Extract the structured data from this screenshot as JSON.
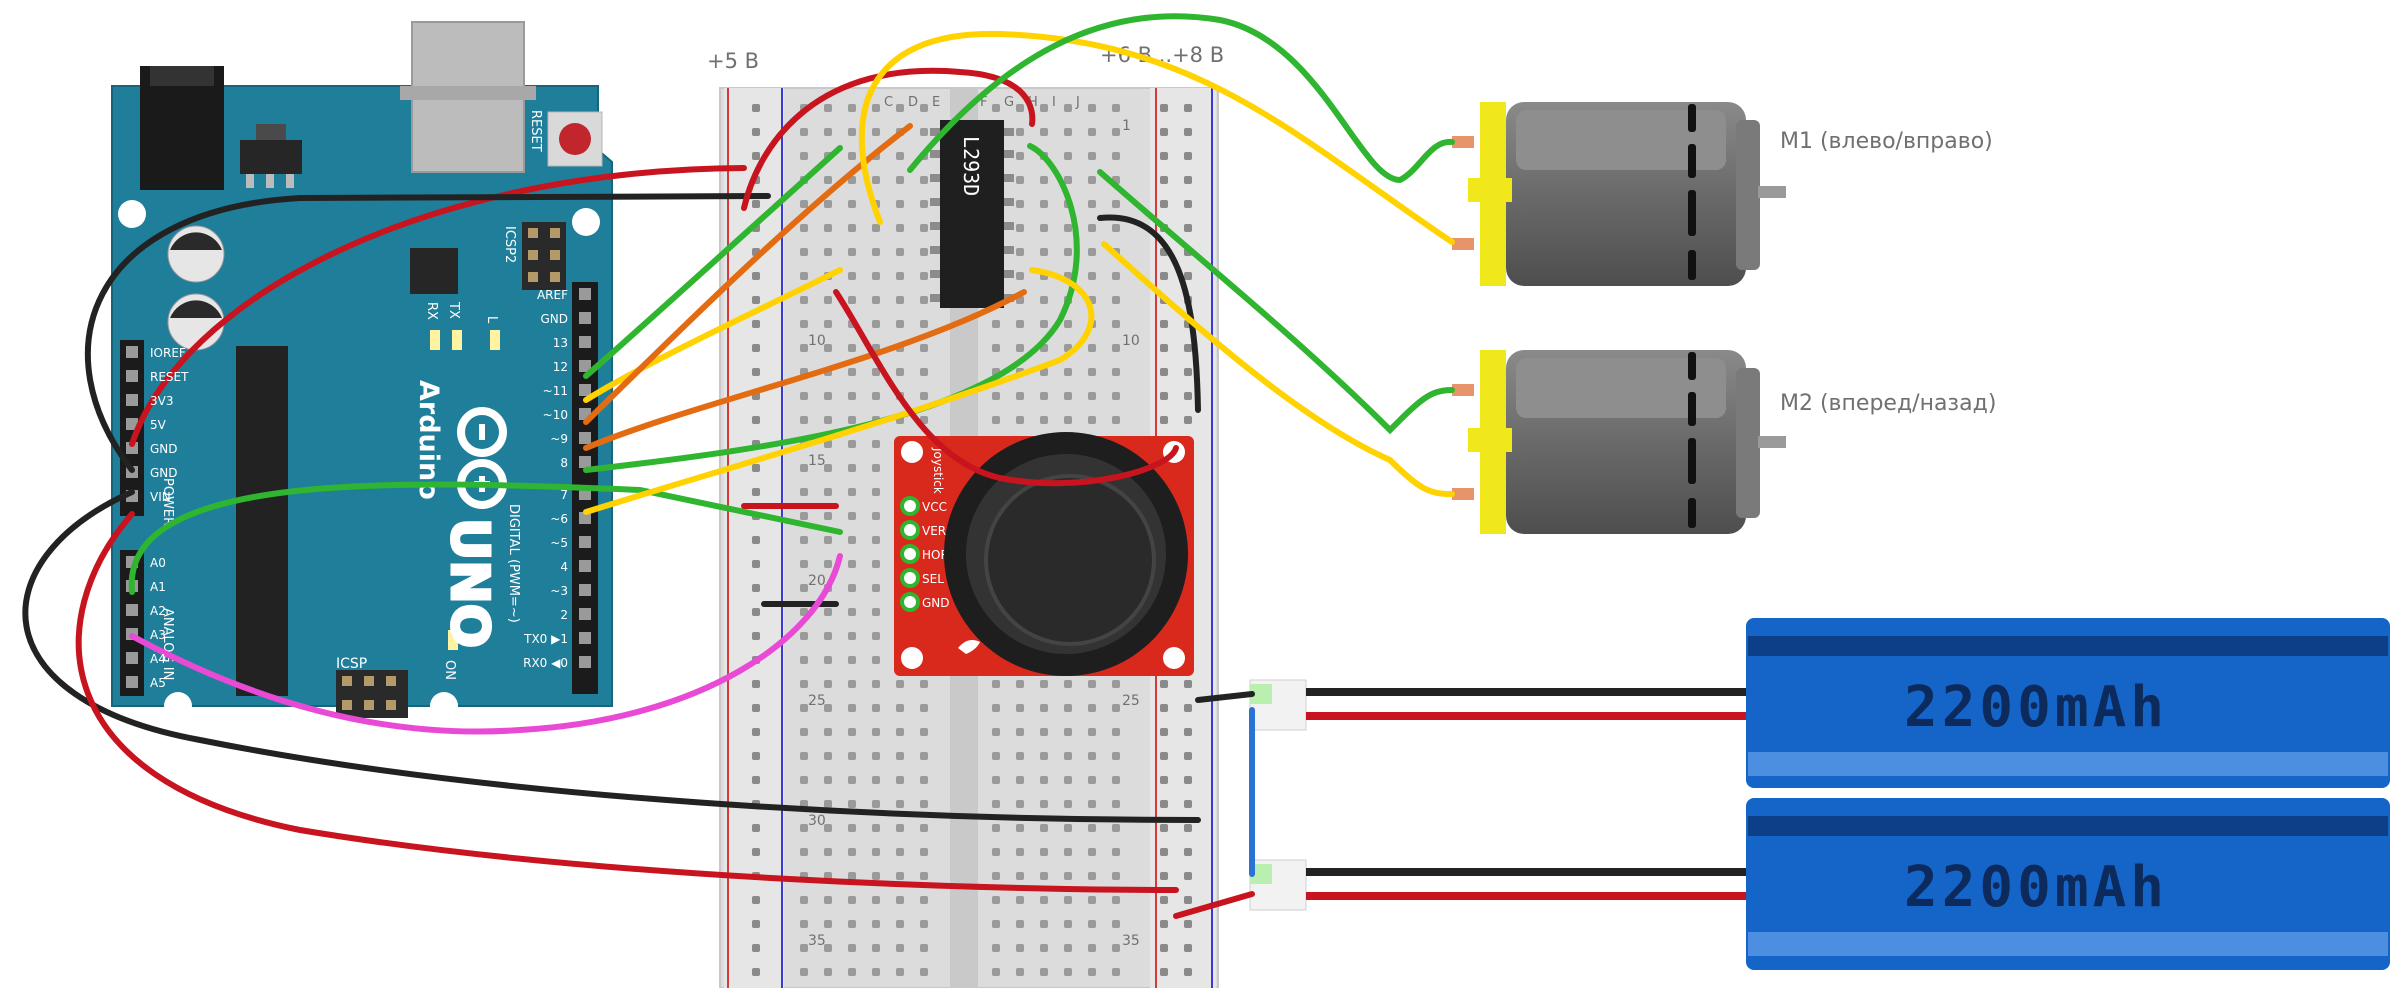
{
  "labels": {
    "rail_left": "+5 В",
    "rail_right": "+6 В...+8 В",
    "motor1": "M1 (влево/вправо)",
    "motor2": "M2 (вперед/назад)"
  },
  "arduino": {
    "brand": "Arduino",
    "model": "UNO",
    "reset": "RESET",
    "icsp": "ICSP",
    "icsp2": "ICSP2",
    "tx": "TX",
    "rx": "RX",
    "l": "L",
    "on": "ON",
    "power": "POWER",
    "analog_in": "ANALOG IN",
    "digital": "DIGITAL (PWM=~)",
    "power_pins": [
      "IOREF",
      "RESET",
      "3V3",
      "5V",
      "GND",
      "GND",
      "VIN"
    ],
    "analog_pins": [
      "A0",
      "A1",
      "A2",
      "A3",
      "A4",
      "A5"
    ],
    "digital_pins": [
      "AREF",
      "GND",
      "13",
      "12",
      "~11",
      "~10",
      "~9",
      "8",
      "7",
      "~6",
      "~5",
      "4",
      "~3",
      "2",
      "TX0 ▶1",
      "RX0 ◀0"
    ]
  },
  "chip": {
    "name": "L293D"
  },
  "joystick": {
    "title": "Joystick",
    "pins": [
      "VCC",
      "VER",
      "HOR",
      "SEL",
      "GND"
    ]
  },
  "breadboard": {
    "columns": [
      "C",
      "D",
      "E",
      "F",
      "G",
      "H",
      "I",
      "J"
    ],
    "row_numbers_left": [
      "10",
      "15",
      "20",
      "25",
      "30",
      "35"
    ],
    "row_numbers_right": [
      "1",
      "10",
      "25",
      "35"
    ]
  },
  "batteries": [
    {
      "label": "2200mAh"
    },
    {
      "label": "2200mAh"
    }
  ],
  "colors": {
    "arduino_board": "#1f7f9b",
    "breadboard": "#dcdcdc",
    "joystick_board": "#d8291c",
    "battery": "#1565c8",
    "motor_body": "#6e6e6e",
    "motor_cap": "#f0e81a",
    "wire_red": "#c8141e",
    "wire_black": "#222222",
    "wire_green": "#2fb52f",
    "wire_yellow": "#ffd200",
    "wire_orange": "#e36c12",
    "wire_magenta": "#e84ad6",
    "wire_blue": "#2a73d6"
  }
}
